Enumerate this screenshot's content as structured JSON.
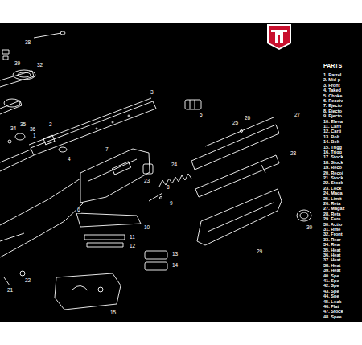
{
  "diagram": {
    "labels": [
      "38",
      "39",
      "32",
      "3",
      "5",
      "2",
      "34",
      "35",
      "36",
      "1",
      "4",
      "7",
      "6",
      "8",
      "9",
      "23",
      "24",
      "25",
      "26",
      "27",
      "28",
      "29",
      "30",
      "10",
      "11",
      "12",
      "13",
      "14",
      "15",
      "21",
      "22",
      "PARTS",
      "1. Barrel",
      "2. Mid-p",
      "3. Front",
      "4. Taked",
      "5. Choke",
      "6. Receiv",
      "7. Ejecto",
      "8. Ejecto",
      "9. Ejecto",
      "10. Eleva",
      "11. Carri",
      "12. Carti",
      "13. Bolt",
      "14. Bolt",
      "15. Trigg",
      "16. Trigg",
      "17. Stock",
      "18. Stock",
      "19. Reco",
      "20. Recoi",
      "21. Stock",
      "22. Stock",
      "23. Lock",
      "24. Maga",
      "25. Limit",
      "26. Reta",
      "27. Magaz",
      "28. Reta",
      "29. Fore",
      "30. Actio",
      "31. Rifle",
      "32. Front",
      "33. Rear",
      "34. Rear",
      "35. Heat",
      "36. Heat",
      "37. Heat",
      "38. Heat",
      "39. Heat",
      "40. Spe",
      "41. Spe",
      "42. Spe",
      "43. Spe",
      "44. Spe",
      "45. Lock",
      "46. Flat",
      "47. Stock",
      "48. Spee"
    ]
  }
}
